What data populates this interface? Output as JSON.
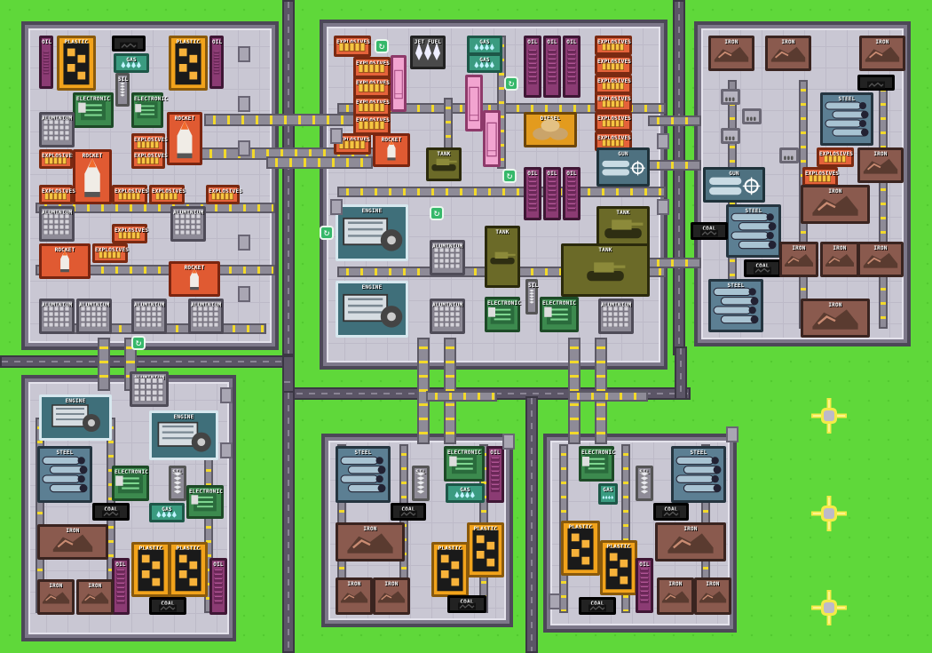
{
  "labels": {
    "oil": "OIL",
    "plastic": "PLASTIC",
    "coal": "COAL",
    "gas": "GAS",
    "sil": "SIL",
    "electronic": "ELECTRONIC",
    "aluminium": "ALUMINIUM",
    "explosives": "EXPLOSIVES",
    "rocket": "ROCKET",
    "engine": "ENGINE",
    "steel": "STEEL",
    "iron": "IRON",
    "jet_fuel": "JET FUEL",
    "diesel": "DIESEL",
    "tank": "TANK",
    "gun": "GUN",
    "bull": "BULL"
  },
  "colors": {
    "grass": "#5fd83a",
    "road": "#5b5566",
    "zone_floor": "#c9c7d3",
    "zone_wall": "#4c4857",
    "belt": "#8e8b97",
    "belt_arrow": "#f2d92b",
    "plastic": "#f2a31b",
    "oil": "#8b3b73",
    "coal": "#222222",
    "gas": "#3a9b80",
    "electronic": "#3c8a4e",
    "aluminium": "#7d7a86",
    "explosives": "#e5623a",
    "rocket": "#e05a32",
    "engine": "#3f6f7a",
    "steel": "#5c7f93",
    "iron": "#8a5a4e",
    "jet_fuel": "#4a4a4a",
    "diesel": "#e39b1e",
    "tank": "#6b6a28",
    "gun": "#4e7180",
    "bull": "#b7b4c0",
    "cycle": "#36b86a",
    "node": "#f4ea48"
  },
  "icons": {
    "cycle": "cycle-arrows-icon",
    "node": "expansion-node-icon"
  }
}
